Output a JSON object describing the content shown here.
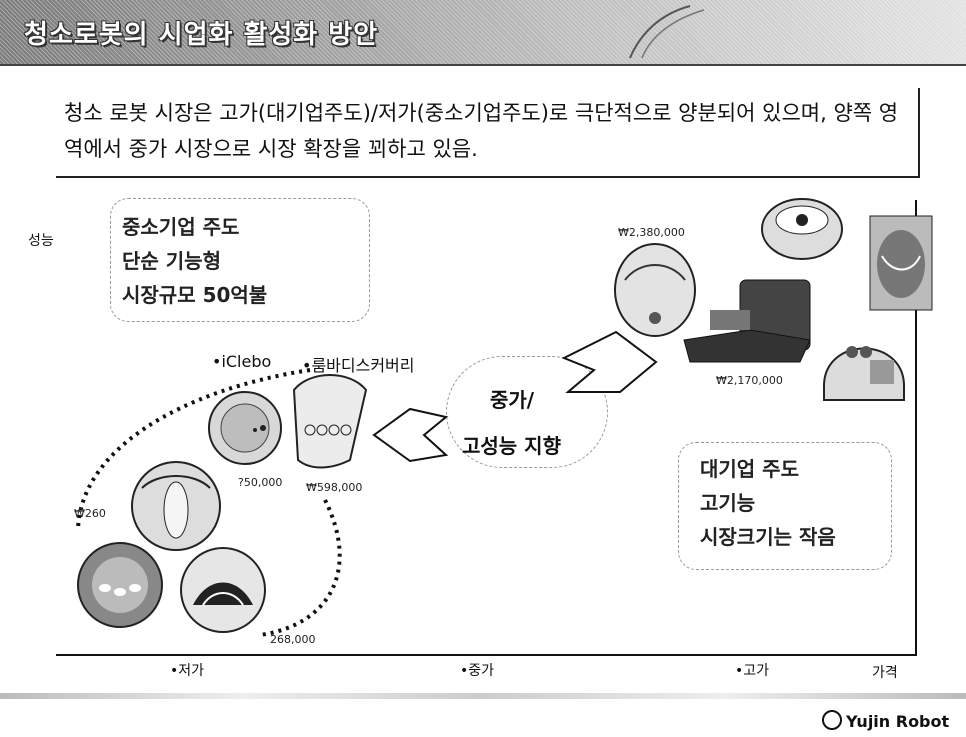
{
  "slide": {
    "title": "청소로봇의 시업화 활성화 방안",
    "summary": "청소 로봇 시장은 고가(대기업주도)/저가(중소기업주도)로 극단적으로 양분되어 있으며, 양쪽 영역에서 중가 시장으로 시장 확장을 꾀하고 있음.",
    "brand": "Yujin Robot"
  },
  "axes": {
    "y_label": "성능",
    "x_label": "가격",
    "ticks": [
      "•저가",
      "•중가",
      "•고가"
    ]
  },
  "left_segment": {
    "lines": [
      "중소기업 주도",
      "단순 기능형",
      "시장규모 50억불"
    ],
    "label_iclebo": "•iClebo",
    "label_discovery": "•룸바디스커버리",
    "prices": [
      "₩260",
      "₩598,000",
      "268,000",
      "?50,000"
    ]
  },
  "middle": {
    "line1": "중가/",
    "line2": "고성능 지향"
  },
  "right_segment": {
    "lines": [
      "대기업 주도",
      "고기능",
      "시장크기는 작음"
    ],
    "prices": [
      "₩2,380,000",
      "₩2,170,000"
    ]
  }
}
